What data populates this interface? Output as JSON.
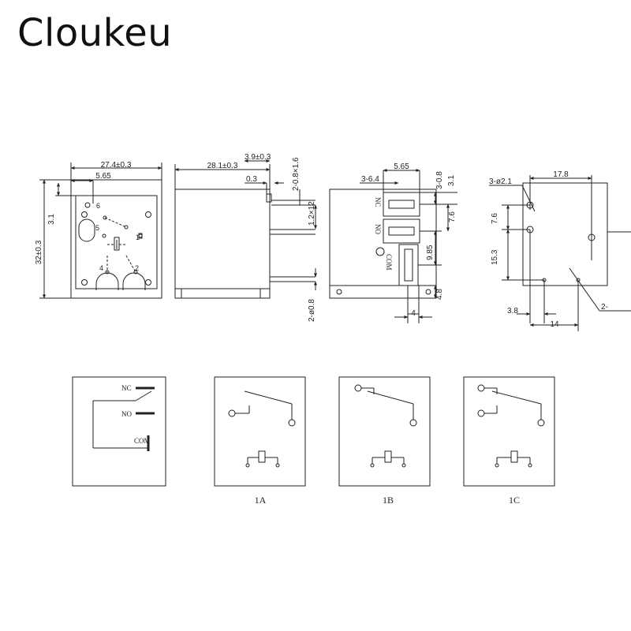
{
  "brand": "Cloukeu",
  "views": {
    "bottom": {
      "width": "27.4±0.3",
      "pin_offset": "5.65",
      "side_offset": "3.1",
      "height": "32±0.3",
      "pins": [
        "6",
        "5",
        "1",
        "4",
        "2"
      ]
    },
    "side": {
      "length": "28.1±0.3",
      "tab_offset": "3.9±0.3",
      "tab_thk": "0.3",
      "terminal_size": "2-0.8×1.6",
      "terminal_pitch": "1.2×12",
      "pin_dia": "2-ø0.8"
    },
    "front": {
      "pitch": "5.65",
      "slot": "3-6.4",
      "slot_w": "3-0.8",
      "edge": "3.1",
      "gap1": "7.6",
      "gap2": "9.85",
      "tab_w": "4",
      "tab_h": "4.8",
      "terminals": [
        "NC",
        "NO",
        "COM"
      ]
    },
    "pcb": {
      "width": "17.8",
      "holes": "3-ø2.1",
      "gap1": "7.6",
      "gap2": "15.3",
      "offset": "3.8",
      "span": "14",
      "pin_holes": "2-"
    }
  },
  "schematics": {
    "terminals": [
      "NC",
      "NO",
      "COM"
    ],
    "captions": [
      "1A",
      "1B",
      "1C"
    ]
  }
}
